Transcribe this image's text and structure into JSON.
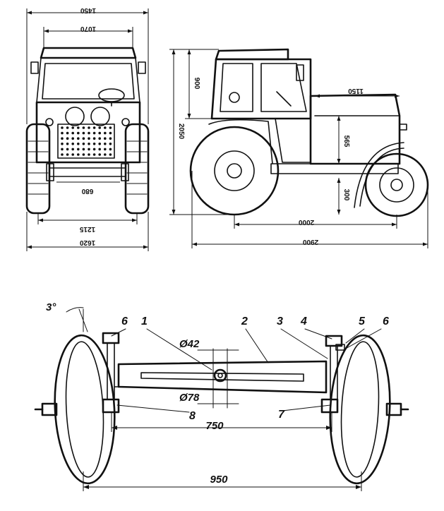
{
  "front_view": {
    "dims": {
      "overall_width": "1450",
      "cab_width": "1070",
      "ground_clearance": "680",
      "track": "1215",
      "outer_width": "1620"
    }
  },
  "side_view": {
    "dims": {
      "cab_height": "900",
      "overall_height": "2050",
      "hood_length": "1150",
      "hood_height": "565",
      "hitch_height": "300",
      "wheelbase": "2000",
      "overall_length": "2900"
    }
  },
  "axle_view": {
    "dims": {
      "angle": "3°",
      "bore_small": "Ø42",
      "bore_large": "Ø78",
      "kingpin_span": "750",
      "track": "950"
    },
    "labels": {
      "n1": "1",
      "n2": "2",
      "n3": "3",
      "n4": "4",
      "n5": "5",
      "n6_left": "6",
      "n6_right": "6",
      "n7": "7",
      "n8": "8"
    }
  }
}
